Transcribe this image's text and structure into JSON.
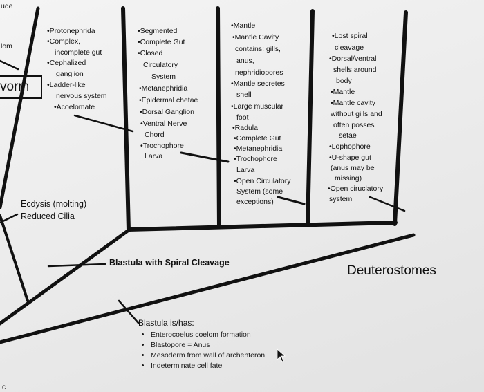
{
  "edge": {
    "left_top": "ude",
    "left_mid": "lom",
    "worm": "vorm",
    "bottom": "c"
  },
  "col_proto": [
    "•Protonephrida",
    "•Complex,",
    "incomplete gut",
    "•Cephalized",
    "ganglion",
    "•Ladder-like",
    "nervous system",
    "•Acoelomate"
  ],
  "col_segmented": [
    "•Segmented",
    "•Complete Gut",
    "•Closed",
    "Circulatory",
    "System",
    "•Metanephridia",
    "•Epidermal chetae",
    "•Dorsal Ganglion",
    "•Ventral Nerve",
    "Chord",
    "•Trochophore",
    "Larva"
  ],
  "col_mantle": [
    "•Mantle",
    "•Mantle Cavity",
    "contains: gills,",
    "anus,",
    "nephridiopores",
    "•Mantle secretes",
    "shell",
    "•Large muscular",
    "foot",
    "•Radula",
    "•Complete Gut",
    "•Metanephridia",
    "•Trochophore",
    "Larva",
    "•Open Circulatory",
    "System (some",
    "exceptions)"
  ],
  "col_spiral": [
    "•Lost spiral",
    "cleavage",
    "•Dorsal/ventral",
    "shells around",
    "body",
    "•Mantle",
    "•Mantle cavity",
    "without gills and",
    "often posses",
    "setae",
    "•Lophophore",
    "•U-shape gut",
    "(anus may be",
    "missing)",
    "•Open ciruclatory",
    "system"
  ],
  "ecdysis": [
    "Ecdysis (molting)",
    "Reduced Cilia"
  ],
  "blastula_spiral": "Blastula with Spiral Cleavage",
  "deuterostomes": "Deuterostomes",
  "blastula_has": {
    "title": "Blastula is/has:",
    "items": [
      "Enterocoelus coelom formation",
      "Blastopore = Anus",
      "Mesoderm from wall of archenteron",
      "Indeterminate cell fate"
    ]
  }
}
